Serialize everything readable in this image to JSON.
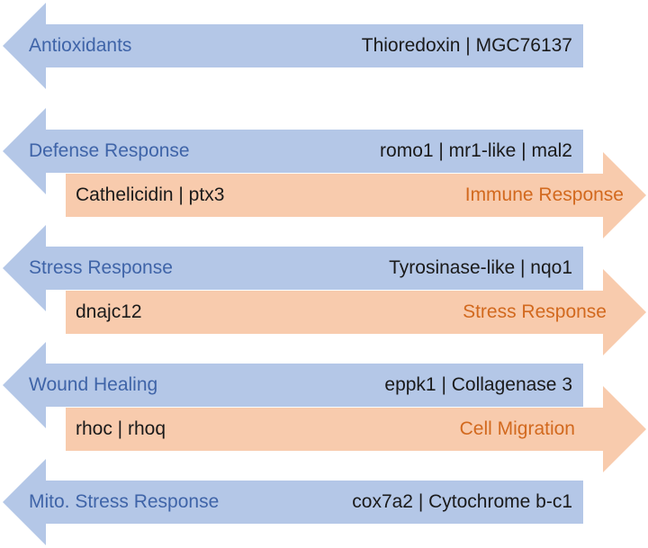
{
  "colors": {
    "blue_arrow": "#b4c7e7",
    "orange_arrow": "#f8cbad",
    "blue_text": "#3f64a8",
    "orange_text": "#d2691e",
    "gene_text": "#1a1a1a"
  },
  "rows": [
    {
      "left_arrow": {
        "label": "Antioxidants",
        "genes": "Thioredoxin | MGC76137"
      }
    },
    {
      "left_arrow": {
        "label": "Defense Response",
        "genes": "romo1 | mr1-like | mal2"
      },
      "right_arrow": {
        "label": "Immune Response",
        "genes": "Cathelicidin | ptx3"
      }
    },
    {
      "left_arrow": {
        "label": "Stress Response",
        "genes": "Tyrosinase-like | nqo1"
      },
      "right_arrow": {
        "label": "Stress Response",
        "genes": "dnajc12"
      }
    },
    {
      "left_arrow": {
        "label": "Wound Healing",
        "genes": "eppk1 | Collagenase 3"
      },
      "right_arrow": {
        "label": "Cell Migration",
        "genes": "rhoc | rhoq"
      }
    },
    {
      "left_arrow": {
        "label": "Mito. Stress Response",
        "genes": "cox7a2 | Cytochrome b-c1"
      }
    }
  ]
}
